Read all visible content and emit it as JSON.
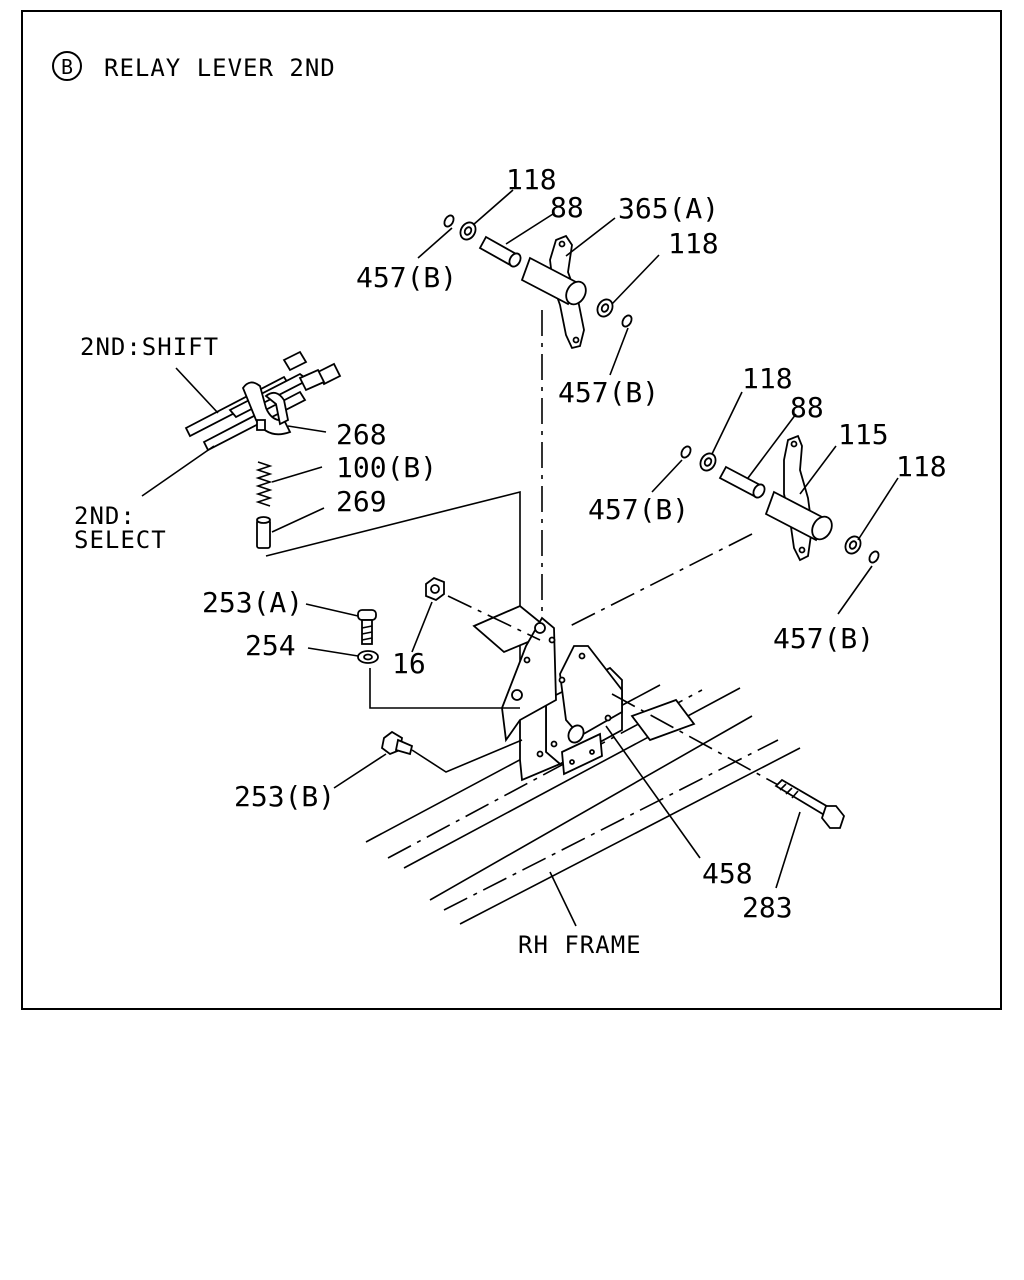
{
  "header": {
    "badge": "B",
    "title": "RELAY LEVER 2ND"
  },
  "labels": {
    "shift": "2ND:SHIFT",
    "select_line1": "2ND:",
    "select_line2": "SELECT",
    "frame": "RH FRAME"
  },
  "callouts": {
    "c118_top": "118",
    "c88_top": "88",
    "c365a": "365(A)",
    "c118_top_right": "118",
    "c457b_top_left": "457(B)",
    "c457b_top_mid": "457(B)",
    "c268": "268",
    "c100b": "100(B)",
    "c269": "269",
    "c118_mid": "118",
    "c88_mid": "88",
    "c115": "115",
    "c118_mid_right": "118",
    "c457b_mid_left": "457(B)",
    "c457b_mid_right": "457(B)",
    "c253a": "253(A)",
    "c254": "254",
    "c16": "16",
    "c253b": "253(B)",
    "c458": "458",
    "c283": "283"
  }
}
